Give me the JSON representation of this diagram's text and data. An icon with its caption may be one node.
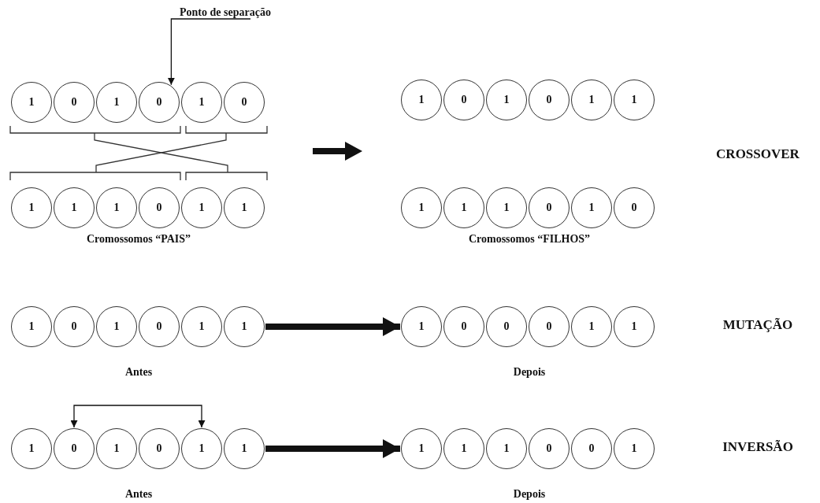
{
  "diagram": {
    "nodes": [
      {
        "text": [
          "Ponto de separação"
        ]
      },
      {
        "text": [
          "1"
        ]
      },
      {
        "text": [
          "0"
        ]
      },
      {
        "text": [
          "1"
        ]
      },
      {
        "text": [
          "0"
        ]
      },
      {
        "text": [
          "1"
        ]
      },
      {
        "text": [
          "0"
        ]
      },
      {
        "text": [
          "1"
        ]
      },
      {
        "text": [
          "0"
        ]
      },
      {
        "text": [
          "1"
        ]
      },
      {
        "text": [
          "0"
        ]
      },
      {
        "text": [
          "1"
        ]
      },
      {
        "text": [
          "1"
        ]
      },
      {
        "text": [
          "1"
        ]
      },
      {
        "text": [
          "1"
        ]
      },
      {
        "text": [
          "1"
        ]
      },
      {
        "text": [
          "0"
        ]
      },
      {
        "text": [
          "1"
        ]
      },
      {
        "text": [
          "1"
        ]
      },
      {
        "text": [
          "1"
        ]
      },
      {
        "text": [
          "1"
        ]
      },
      {
        "text": [
          "1"
        ]
      },
      {
        "text": [
          "0"
        ]
      },
      {
        "text": [
          "1"
        ]
      },
      {
        "text": [
          "0"
        ]
      },
      {
        "text": [
          "1"
        ]
      },
      {
        "text": [
          "0"
        ]
      },
      {
        "text": [
          "1"
        ]
      },
      {
        "text": [
          "0"
        ]
      },
      {
        "text": [
          "1"
        ]
      },
      {
        "text": [
          "1"
        ]
      },
      {
        "text": [
          "1"
        ]
      },
      {
        "text": [
          "0"
        ]
      },
      {
        "text": [
          "0"
        ]
      },
      {
        "text": [
          "0"
        ]
      },
      {
        "text": [
          "1"
        ]
      },
      {
        "text": [
          "1"
        ]
      },
      {
        "text": [
          "1"
        ]
      },
      {
        "text": [
          "0"
        ]
      },
      {
        "text": [
          "1"
        ]
      },
      {
        "text": [
          "0"
        ]
      },
      {
        "text": [
          "1"
        ]
      },
      {
        "text": [
          "1"
        ]
      },
      {
        "text": [
          "1"
        ]
      },
      {
        "text": [
          "1"
        ]
      },
      {
        "text": [
          "1"
        ]
      },
      {
        "text": [
          "0"
        ]
      },
      {
        "text": [
          "0"
        ]
      },
      {
        "text": [
          "1"
        ]
      }
    ],
    "edges": [
      {
        "from": 0,
        "to": 4,
        "arrow": "to"
      },
      {
        "from": 30,
        "to": 31,
        "arrow": "to",
        "style": "thick"
      },
      {
        "from": 38,
        "to": 41,
        "arrow": "both"
      },
      {
        "from": 42,
        "to": 43,
        "arrow": "to",
        "style": "thick"
      }
    ],
    "labels": [
      "CROSSOVER",
      "Cromossomos “PAIS”",
      "Cromossomos “FILHOS”",
      "MUTAÇÃO",
      "Antes",
      "Depois",
      "INVERSÃO",
      "Antes",
      "Depois"
    ]
  }
}
